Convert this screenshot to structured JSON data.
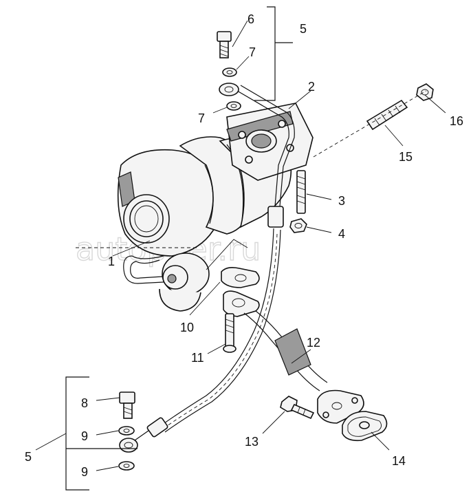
{
  "watermark": "autopiter.ru",
  "callouts": {
    "c1": "1",
    "c2": "2",
    "c3": "3",
    "c4": "4",
    "c5_top": "5",
    "c5_bottom": "5",
    "c6": "6",
    "c7_a": "7",
    "c7_b": "7",
    "c8": "8",
    "c9_a": "9",
    "c9_b": "9",
    "c10": "10",
    "c11": "11",
    "c12": "12",
    "c13": "13",
    "c14": "14",
    "c15": "15",
    "c16": "16"
  },
  "colors": {
    "ink": "#111111",
    "shade": "#9a9a9a",
    "watermark": "#d8d8d8"
  }
}
